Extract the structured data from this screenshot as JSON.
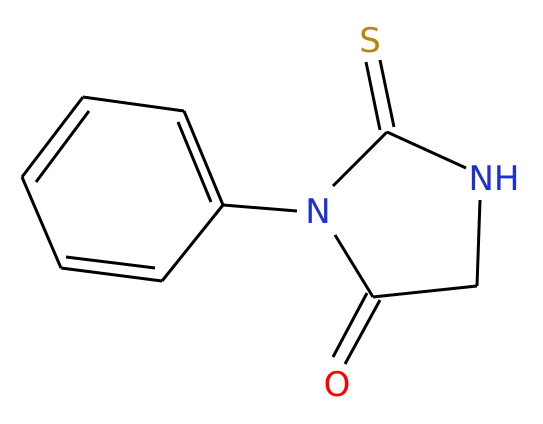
{
  "molecule": {
    "atoms": {
      "sulfur": {
        "symbol": "S",
        "color": "#b8860b"
      },
      "nitrogen_ring": {
        "symbol": "N",
        "color": "#1f2fd6"
      },
      "nitrogen_h": {
        "symbol": "NH",
        "color": "#1f2fd6"
      },
      "oxygen": {
        "symbol": "O",
        "color": "#ff0000"
      }
    },
    "bond_color": "#000000"
  }
}
